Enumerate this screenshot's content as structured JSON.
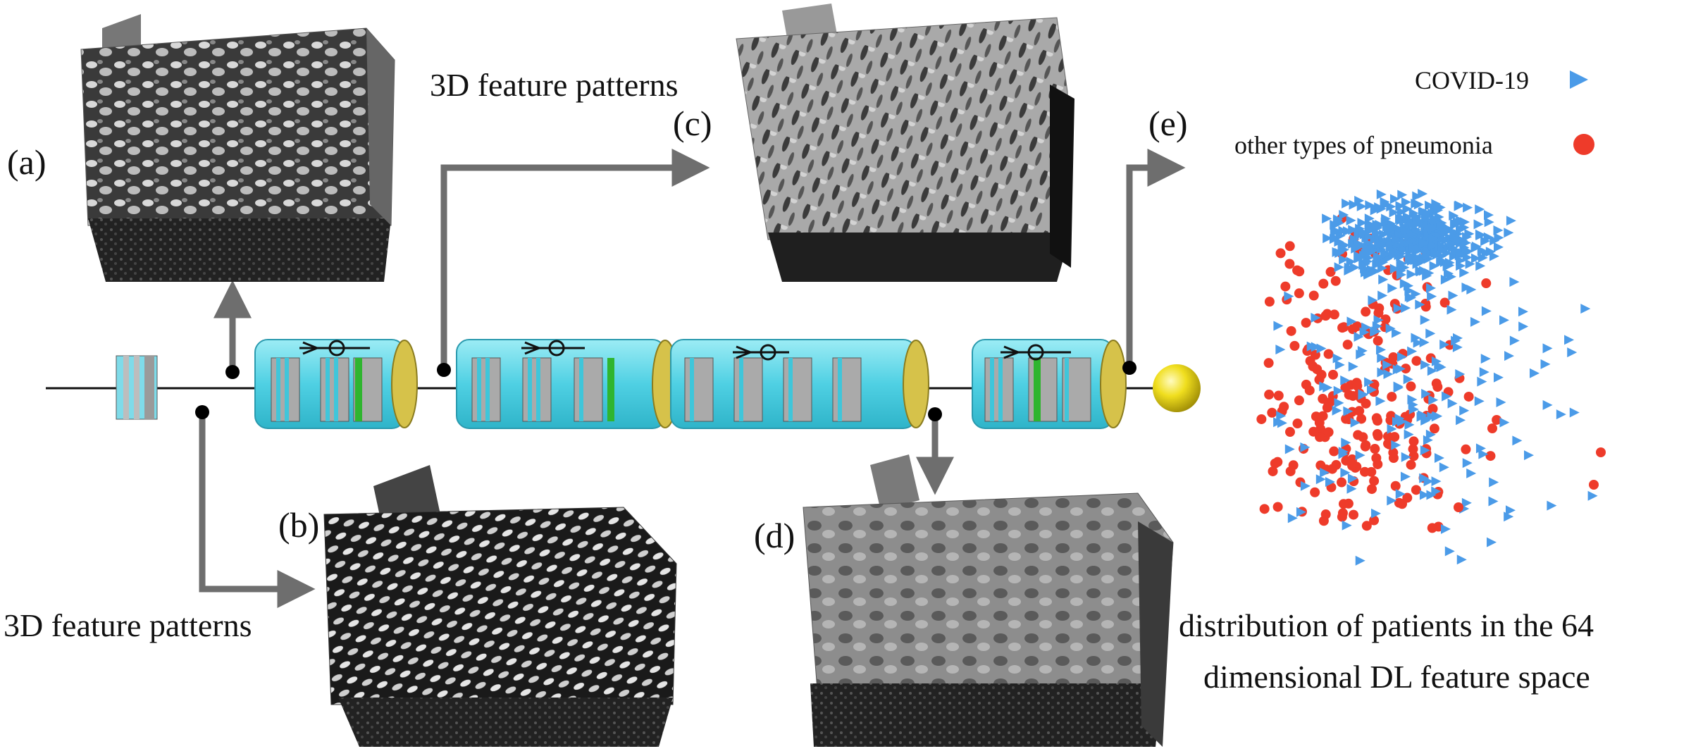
{
  "labels": {
    "a": "(a)",
    "b": "(b)",
    "c": "(c)",
    "d": "(d)",
    "e": "(e)"
  },
  "captions": {
    "top_patterns": "3D feature patterns",
    "bottom_patterns": "3D feature patterns",
    "distribution_line1": "distribution of patients in the 64",
    "distribution_line2": "dimensional DL feature space"
  },
  "legend": {
    "covid": "COVID-19",
    "other": "other types of pneumonia"
  },
  "colors": {
    "covid": "#4b9be8",
    "other": "#ee3b2a",
    "arrow": "#6e6e6e",
    "block_cyan": "#5fd3e6",
    "block_end": "#d6c24a",
    "green_layer": "#2fb52f",
    "sphere": "#e8d814"
  }
}
